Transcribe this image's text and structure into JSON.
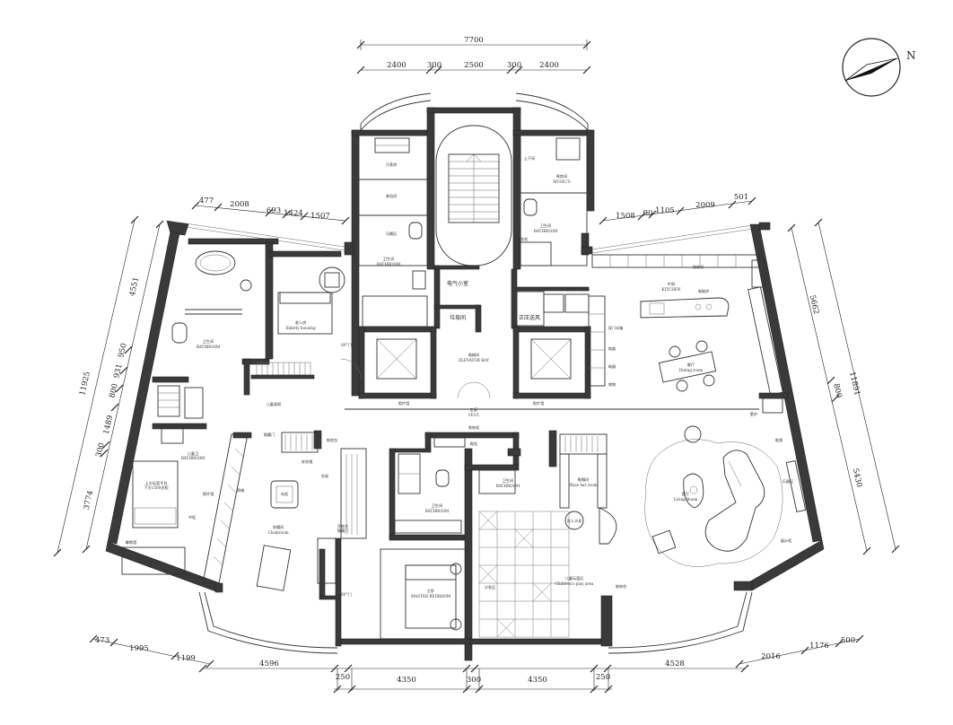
{
  "compass": {
    "label": "N"
  },
  "dims_top": {
    "total": "7700",
    "parts": [
      "2400",
      "300",
      "2500",
      "300",
      "2400"
    ],
    "left_segments": [
      "477",
      "2008",
      "693",
      "1424",
      "1507"
    ],
    "right_segments": [
      "1508",
      "90",
      "1105",
      "2009",
      "501"
    ]
  },
  "dims_left": {
    "total": "11925",
    "parts": [
      "4551",
      "950",
      "931",
      "800",
      "1489",
      "300",
      "3774"
    ]
  },
  "dims_right": {
    "total": "11891",
    "parts": [
      "5662",
      "800",
      "5430"
    ]
  },
  "dims_bottom": {
    "row1": [
      "473",
      "1995",
      "1199",
      "2016",
      "1176",
      "500"
    ],
    "row2": [
      "4596",
      "250",
      "4350",
      "300",
      "4350",
      "250",
      "4528"
    ]
  },
  "rooms": {
    "sauna": "汗蒸房",
    "shower": "淋浴间",
    "toilet_zone": "马桶区",
    "bath_top_cn": "卫生间",
    "bath_top_en": "BATHROOM",
    "electric": "电气小室",
    "garbage": "垃圾间",
    "pressure": "正压送风",
    "elevator_cn": "电梯间",
    "elevator_en": "ELEVATOR BAY",
    "photo_wall_1": "照片墙",
    "photo_wall_2": "照片墙",
    "upper_floor": "上下间",
    "music_cn": "琴房间",
    "music_en": "MUSIC'S",
    "bath_music_cn": "卫生间",
    "bath_music_en": "BATHROOM",
    "laundry": "洗衣机",
    "laundry2": "洗衣机 洗衣机",
    "cupboard": "洗碗机",
    "kitchen_cn": "中厨",
    "kitchen_en": "KITCHEN",
    "induction": "电磁炉",
    "fridge": "双门冰箱",
    "appliance1": "电器",
    "appliance2": "电器",
    "storage": "储物",
    "dining_cn": "餐厅",
    "dining_en": "Dining room",
    "elderly_cn": "老人房",
    "elderly_en": "Elderly housing",
    "bath_left_cn": "卫生间",
    "bath_left_en": "BATHROOM",
    "kids_drawing": "儿童画框",
    "angle": "60°门",
    "angle2": "60°门",
    "hidden_door": "隐藏门",
    "coat": "穿衣镜",
    "robe": "衣架",
    "makeup": "梳妆台",
    "bath_kid_cn": "儿童卫",
    "bath_kid_en": "BATHROOM",
    "kid_platform": "上方玩耍平台\n下方1500衣柜",
    "stairs": "爬梯",
    "climb": "攀爬墙",
    "ball_pit": "海洋池",
    "photo_wall_3": "照片墙",
    "playroom": "书柜",
    "cloak_cn": "衣帽间",
    "cloak_en": "Cloakroom",
    "island": "岛柜",
    "wardrobe": "开放式\n隐藏门",
    "vest_cn": "走廊",
    "vest_en": "VEST.",
    "display": "装饰柜",
    "display2": "鞋柜",
    "bath_mid_cn": "卫生间",
    "bath_mid_en": "BATHROOM",
    "bath_mid2_cn": "卫生间",
    "bath_mid2_en": "BATHROOM",
    "master_cn": "主卧",
    "master_en": "MASTER BEDROOM",
    "shoe_cn": "鞋帽间",
    "shoe_en": "Shoe hat room",
    "sofa_area": "沙发区",
    "kids_play_cn": "儿童玩耍区",
    "kids_play_en": "Children's play area",
    "deco_col": "装饰柱",
    "living_cn": "客厅",
    "living_en": "Living Room",
    "fireplace": "壁炉",
    "tv": "电视",
    "instruments": "乐器区",
    "display3": "展示柜",
    "ok_chair": "双人沙发"
  }
}
